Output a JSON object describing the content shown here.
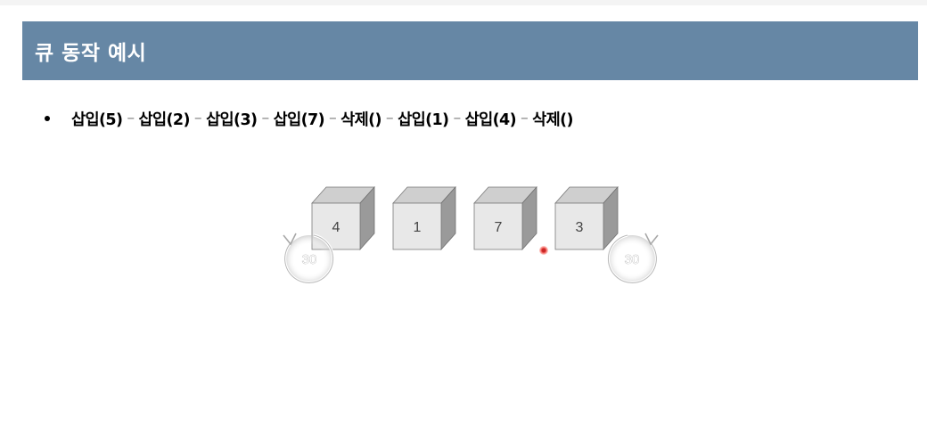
{
  "slide": {
    "title": "큐 동작 예시",
    "bullet_ops": [
      "삽입(5)",
      "삽입(2)",
      "삽입(3)",
      "삽입(7)",
      "삭제()",
      "삽입(1)",
      "삽입(4)",
      "삭제()"
    ],
    "separator": "–"
  },
  "queue": {
    "items": [
      "4",
      "1",
      "7",
      "3"
    ],
    "rear_arrow_label": "30",
    "front_arrow_label": "30"
  },
  "colors": {
    "banner": "#6687a5",
    "lines": "#2a9bd8",
    "cube_front": "#e8e8e8",
    "cube_top": "#cfcfcf",
    "cube_side": "#9a9a9a",
    "pointer": "#e53935"
  }
}
